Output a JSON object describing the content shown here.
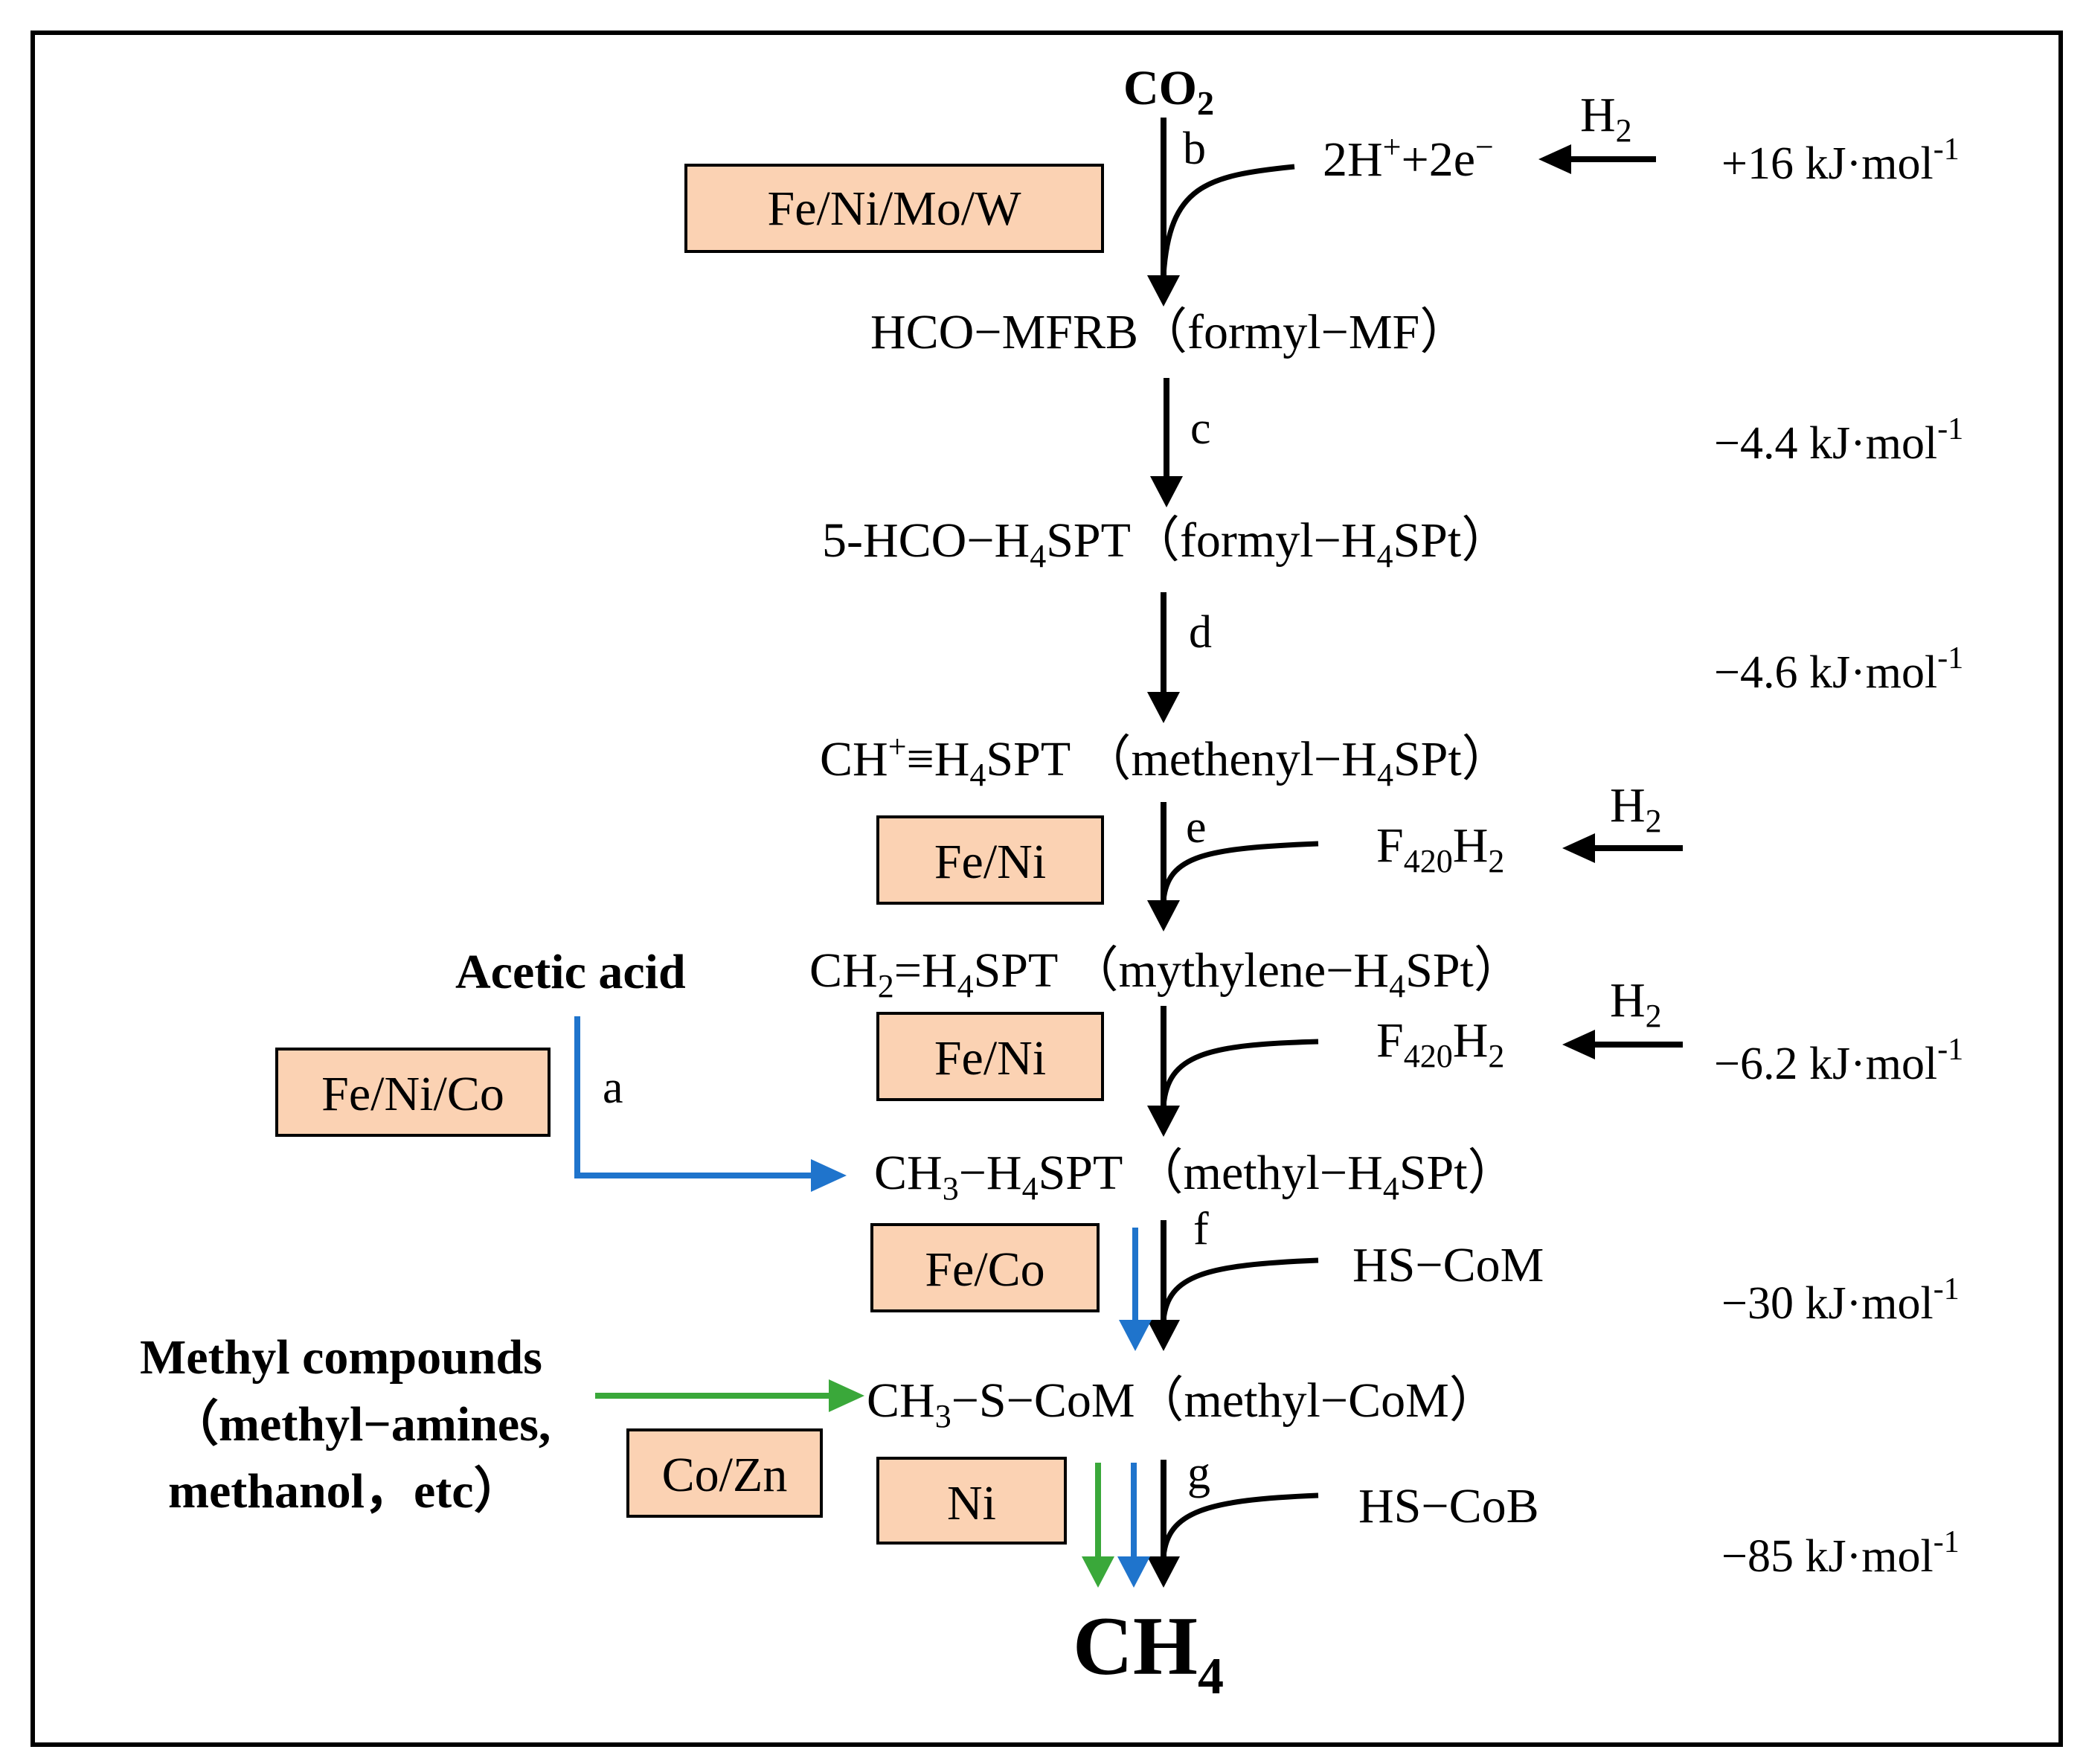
{
  "title": "",
  "colors": {
    "metal_box_fill": "#fbd2b3",
    "main_path": "#000000",
    "acetic_path": "#1f74cc",
    "methyl_path": "#3aa83a"
  },
  "nodes": {
    "co2": {
      "base": "CO",
      "sub": "2"
    },
    "formyl_mf": "HCO−MFRB（formyl−MF）",
    "formyl_h4spt": {
      "p1": "5-HCO−H",
      "s1": "4",
      "p2": "SPT（formyl−H",
      "s2": "4",
      "p3": "SPt）"
    },
    "methenyl": {
      "p1": "CH",
      "sup1": "+",
      "p2": "≡H",
      "s1": "4",
      "p3": "SPT （methenyl−H",
      "s2": "4",
      "p4": "SPt）"
    },
    "methylene": {
      "p1": "CH",
      "s1": "2",
      "p2": "=H",
      "s2": "4",
      "p3": "SPT （mythylene−H",
      "s3": "4",
      "p4": "SPt）"
    },
    "methyl_h4spt": {
      "p1": "CH",
      "s1": "3",
      "p2": "−H",
      "s2": "4",
      "p3": "SPT （methyl−H",
      "s3": "4",
      "p4": "SPt）"
    },
    "methyl_com": {
      "p1": "CH",
      "s1": "3",
      "p2": "−S−CoM（methyl−CoM）"
    },
    "ch4": {
      "base": "CH",
      "sub": "4"
    }
  },
  "cofactors": {
    "electrons": {
      "p1": "2H",
      "sup1": "+",
      "p2": "+2e",
      "sup2": "−"
    },
    "h2": {
      "base": "H",
      "sub": "2"
    },
    "f420h2": {
      "base": "F",
      "sub1": "420",
      "mid": "H",
      "sub2": "2"
    },
    "hs_com": "HS−CoM",
    "hs_cob": "HS−CoB"
  },
  "steps": [
    "a",
    "b",
    "c",
    "d",
    "e",
    "f",
    "g"
  ],
  "metals": [
    "Fe/Ni/Mo/W",
    "Fe/Ni",
    "Fe/Ni",
    "Fe/Ni/Co",
    "Fe/Co",
    "Co/Zn",
    "Ni"
  ],
  "inputs": {
    "acetic_acid": "Acetic acid",
    "methyl_compounds": [
      "Methyl compounds",
      "（methyl−amines,",
      "methanol，etc）"
    ]
  },
  "energies": [
    {
      "value": "+16 kJ·mol",
      "sup": "-1"
    },
    {
      "value": "−4.4 kJ·mol",
      "sup": "-1"
    },
    {
      "value": "−4.6 kJ·mol",
      "sup": "-1"
    },
    {
      "value": "−6.2 kJ·mol",
      "sup": "-1"
    },
    {
      "value": "−30 kJ·mol",
      "sup": "-1"
    },
    {
      "value": "−85 kJ·mol",
      "sup": "-1"
    }
  ]
}
